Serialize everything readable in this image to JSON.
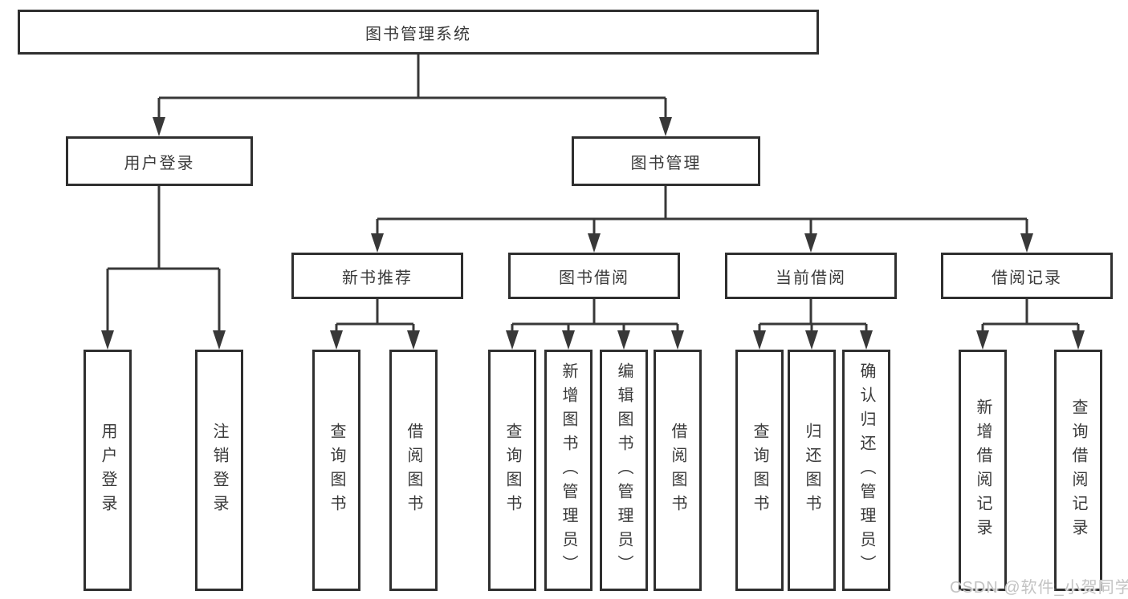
{
  "diagram": {
    "type": "hierarchy-tree",
    "root": {
      "label": "图书管理系统"
    },
    "user_login": {
      "label": "用户登录",
      "children": [
        "用户登录",
        "注销登录"
      ]
    },
    "book_management": {
      "label": "图书管理",
      "sections": [
        {
          "label": "新书推荐",
          "children": [
            "查询图书",
            "借阅图书"
          ]
        },
        {
          "label": "图书借阅",
          "children": [
            "查询图书",
            "新增图书（管理员）",
            "编辑图书（管理员）",
            "借阅图书"
          ]
        },
        {
          "label": "当前借阅",
          "children": [
            "查询图书",
            "归还图书",
            "确认归还（管理员）"
          ]
        },
        {
          "label": "借阅记录",
          "children": [
            "新增借阅记录",
            "查询借阅记录"
          ]
        }
      ]
    }
  },
  "watermark": {
    "text": "CSDN @软件_小贺同学"
  },
  "colors": {
    "line": "#383838",
    "box_border": "#2f2f2f",
    "box_fill": "#ffffff",
    "text": "#3a3a3a",
    "background": "#ffffff",
    "watermark_text": "#c3c3c3"
  }
}
